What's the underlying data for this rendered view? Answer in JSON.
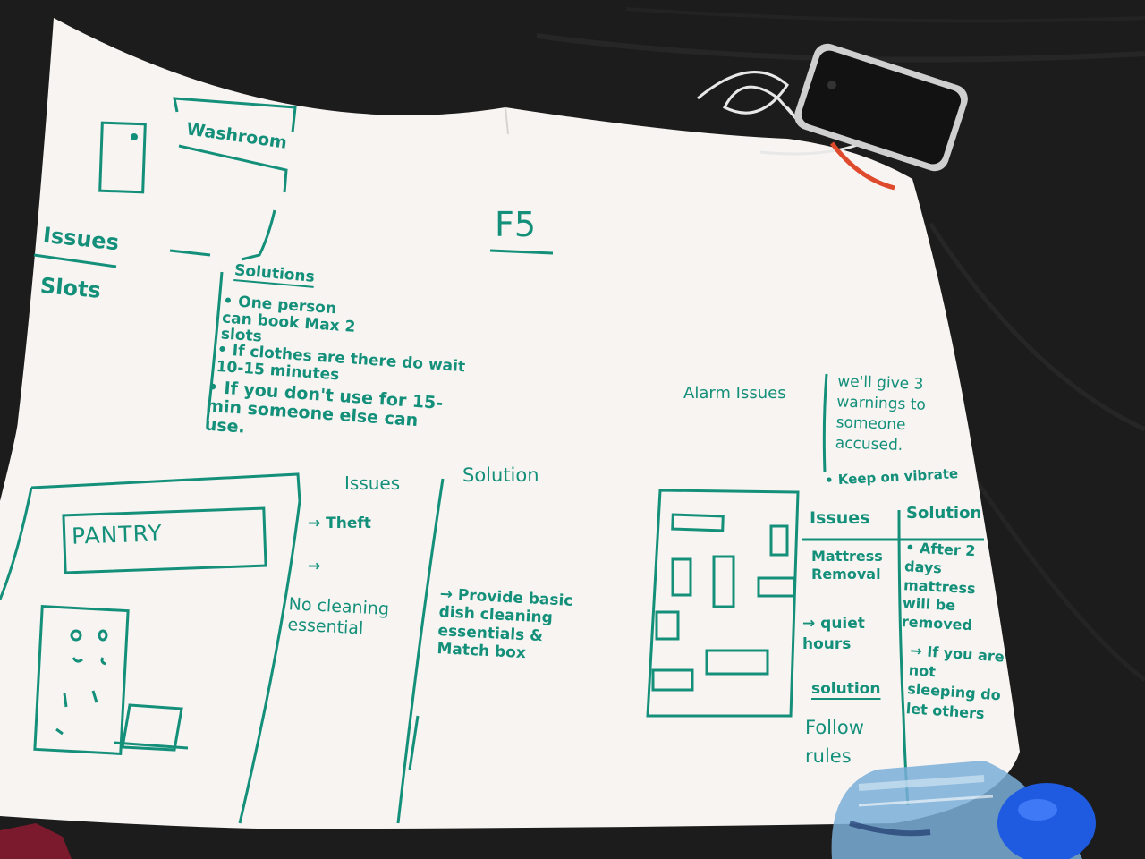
{
  "colors": {
    "table": "#1c1c1c",
    "paper": "#f7f4f2",
    "marker": "#14907a",
    "bottle_cap": "#1e5be0",
    "phone": "#121212"
  },
  "board": {
    "title": "F5",
    "washroom": {
      "label": "Washroom",
      "issues_heading": "Issues",
      "issue": "Slots",
      "solutions_heading": "Solutions",
      "solutions": [
        "One person can book Max 2 slots",
        "If clothes are there do wait 10-15 minutes",
        "If you don't use for 15-min someone else can use."
      ]
    },
    "pantry": {
      "label": "PANTRY",
      "issues_heading": "Issues",
      "solution_heading": "Solution",
      "issues": [
        "→ Theft",
        "→",
        "No cleaning essential"
      ],
      "solution": "→ Provide basic dish cleaning essentials & Match box"
    },
    "alarm": {
      "issue": "Alarm Issues",
      "solution": "we'll give 3 warnings to someone accused.",
      "solution_extra": "Keep on vibrate"
    },
    "dorm": {
      "issues_heading": "Issues",
      "solution_heading": "Solution",
      "issues": [
        "Mattress Removal",
        "→ quiet hours"
      ],
      "sub_solution_heading": "solution",
      "sub_solution": "Follow rules",
      "solution": "• After 2 days mattress will be removed",
      "solution_2": "→ If you are not sleeping do let others"
    }
  }
}
